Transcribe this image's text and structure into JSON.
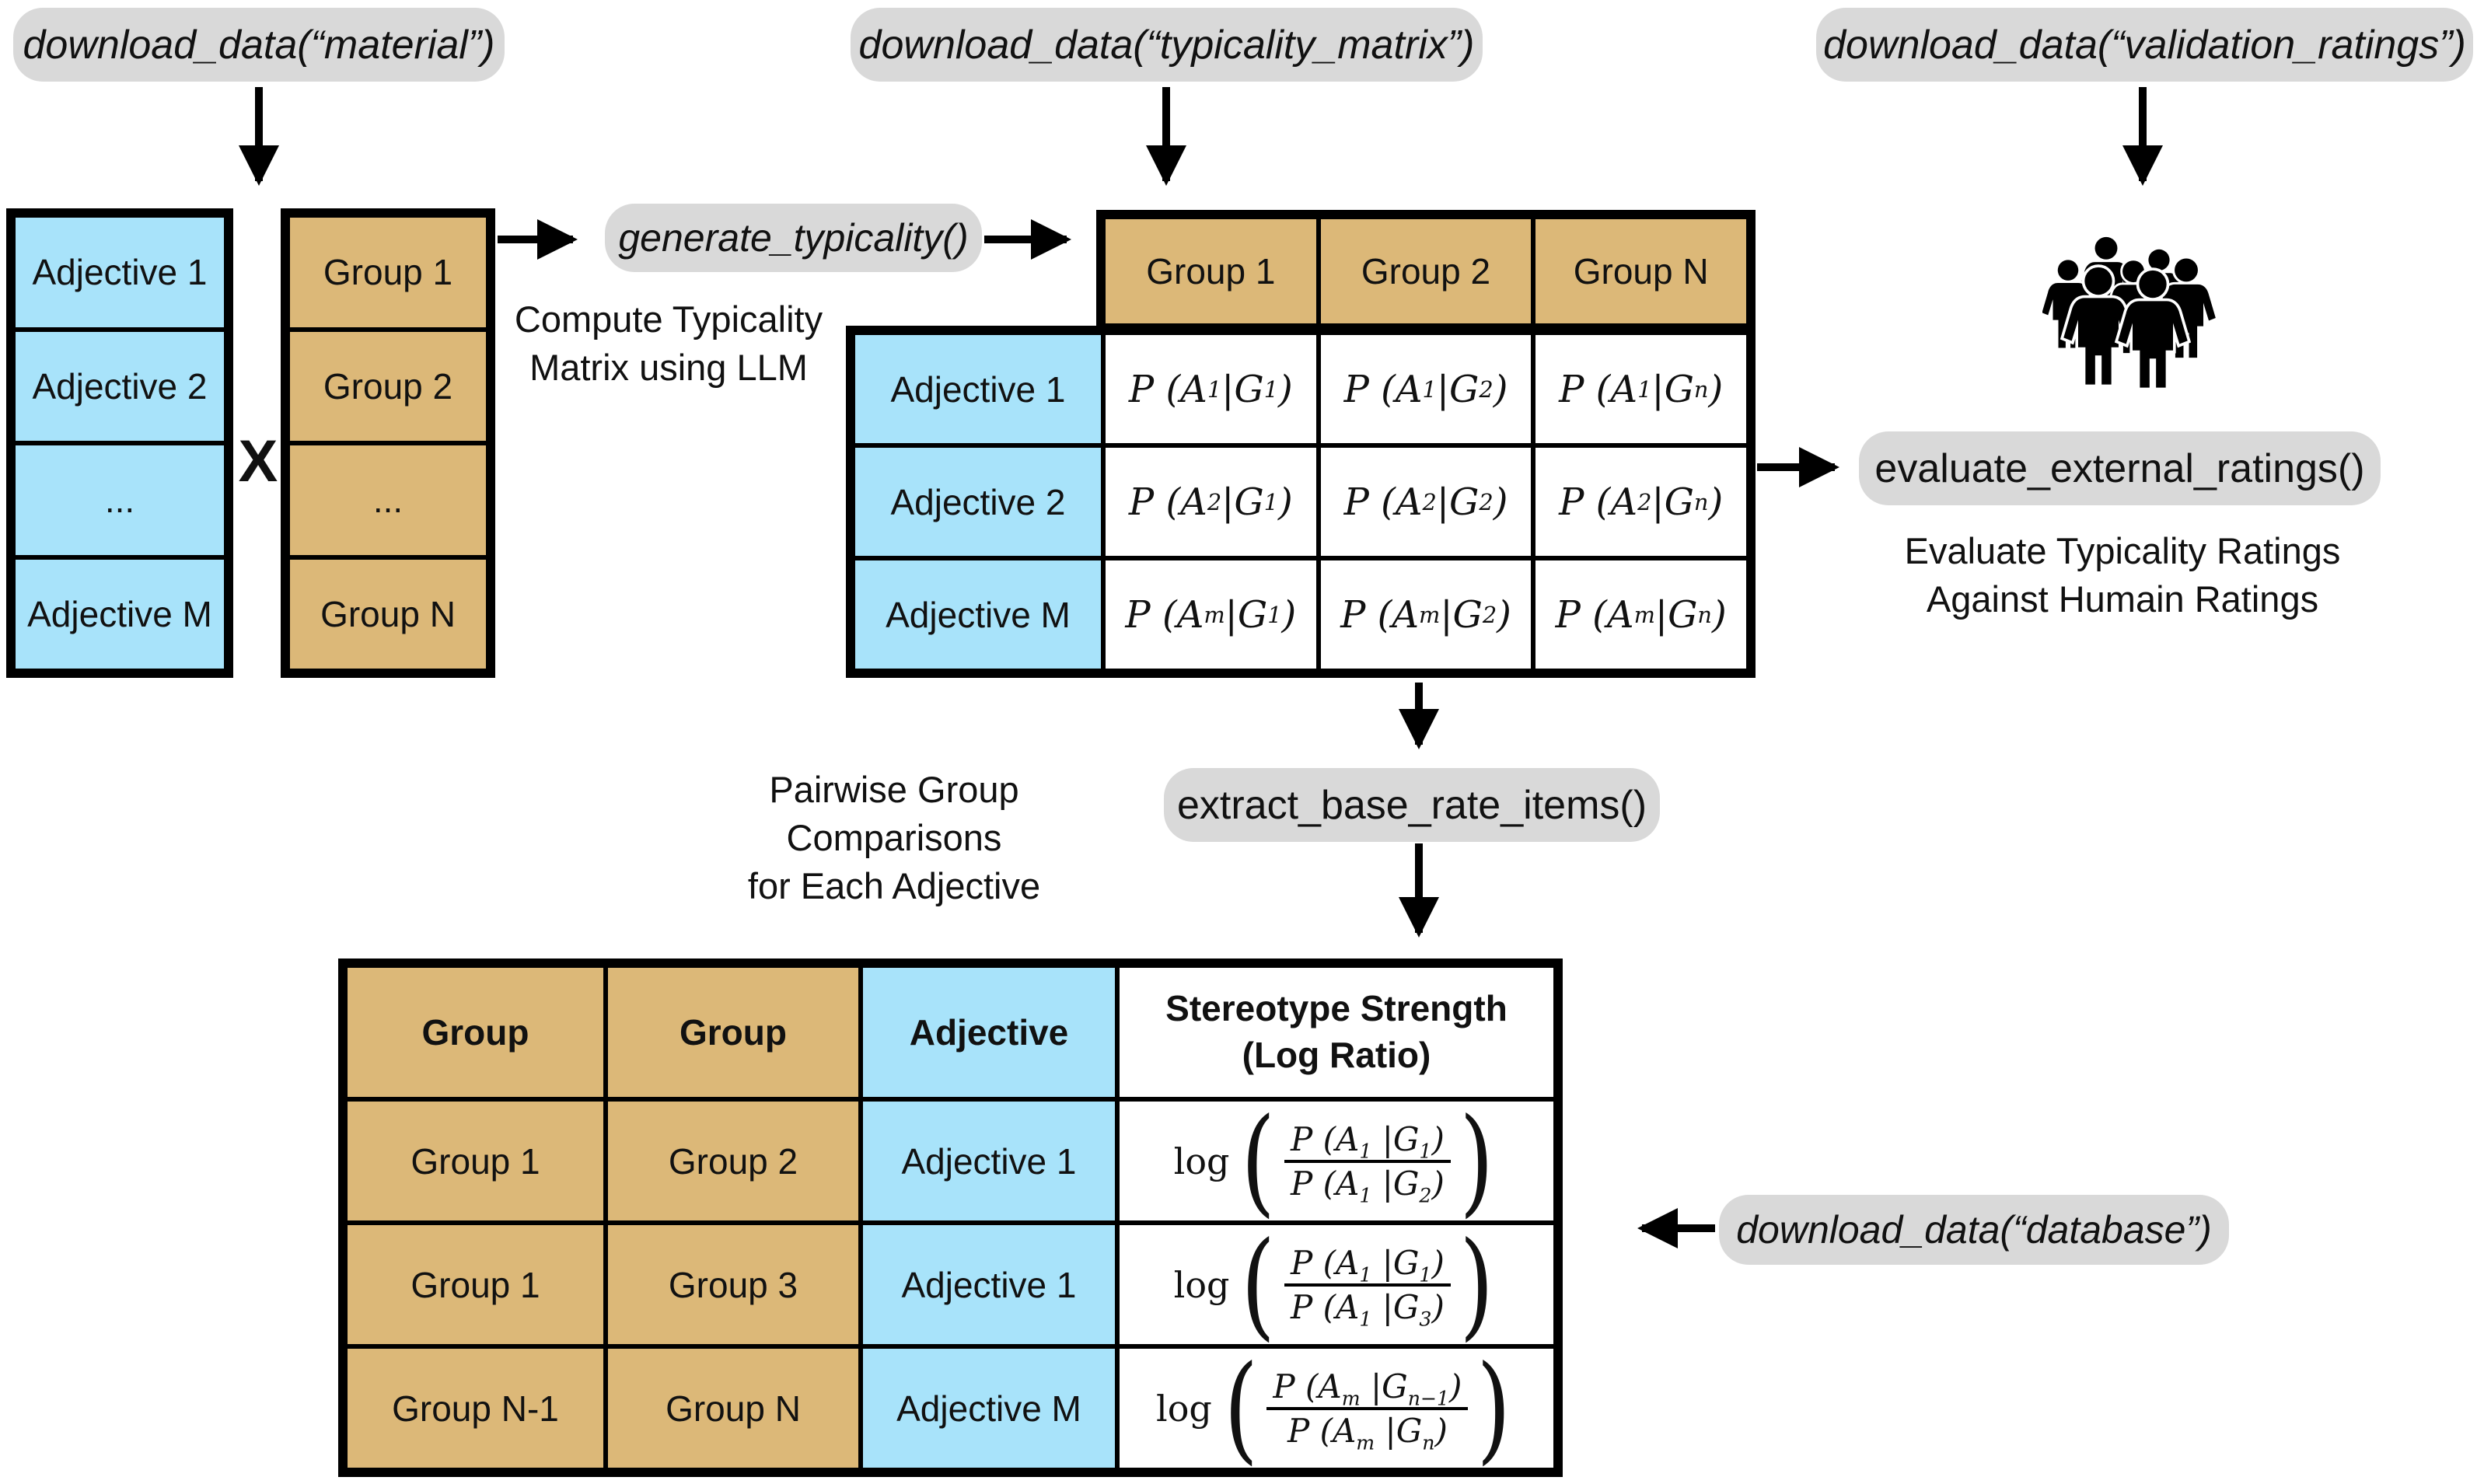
{
  "pills": {
    "material": "download_data(“material”)",
    "typicality_matrix": "download_data(“typicality_matrix”)",
    "validation_ratings": "download_data(“validation_ratings”)",
    "generate_typicality": "generate_typicality()",
    "evaluate_external_ratings": "evaluate_external_ratings()",
    "extract_base_rate_items": "extract_base_rate_items()",
    "database": "download_data(“database”)"
  },
  "annotations": {
    "compute_typicality_line1": "Compute Typicality",
    "compute_typicality_line2": "Matrix using LLM",
    "evaluate_line1": "Evaluate Typicality Ratings",
    "evaluate_line2": "Against Humain Ratings",
    "pairwise_line1": "Pairwise Group Comparisons",
    "pairwise_line2": "for Each Adjective",
    "multiply_symbol": "X"
  },
  "adjective_list": {
    "rows": [
      "Adjective 1",
      "Adjective 2",
      "...",
      "Adjective M"
    ]
  },
  "group_list": {
    "rows": [
      "Group 1",
      "Group 2",
      "...",
      "Group N"
    ]
  },
  "typicality_matrix": {
    "col_headers": [
      "Group 1",
      "Group 2",
      "Group N"
    ],
    "row_headers": [
      "Adjective 1",
      "Adjective 2",
      "Adjective M"
    ],
    "cells": [
      [
        "P (A<sub>1</sub> |G<sub>1</sub>)",
        "P (A<sub>1</sub> |G<sub>2</sub>)",
        "P (A<sub>1</sub> |G<sub>n</sub>)"
      ],
      [
        "P (A<sub>2</sub> |G<sub>1</sub>)",
        "P (A<sub>2</sub> |G<sub>2</sub>)",
        "P (A<sub>2</sub> |G<sub>n</sub>)"
      ],
      [
        "P (A<sub>m</sub> |G<sub>1</sub>)",
        "P (A<sub>m</sub> |G<sub>2</sub>)",
        "P (A<sub>m</sub> |G<sub>n</sub>)"
      ]
    ]
  },
  "base_rate_table": {
    "header_group_a": "Group",
    "header_group_b": "Group",
    "header_adjective": "Adjective",
    "header_strength_line1": "Stereotype Strength",
    "header_strength_line2": "(Log Ratio)",
    "log_label": "log",
    "paren_open": "(",
    "paren_close": ")",
    "rows": [
      {
        "group_a": "Group 1",
        "group_b": "Group 2",
        "adjective": "Adjective 1",
        "log_num": "P (A<sub>1</sub> |G<sub>1</sub>)",
        "log_den": "P (A<sub>1</sub> |G<sub>2</sub>)"
      },
      {
        "group_a": "Group 1",
        "group_b": "Group 3",
        "adjective": "Adjective 1",
        "log_num": "P (A<sub>1</sub> |G<sub>1</sub>)",
        "log_den": "P (A<sub>1</sub> |G<sub>3</sub>)"
      },
      {
        "group_a": "Group N-1",
        "group_b": "Group N",
        "adjective": "Adjective M",
        "log_num": "P (A<sub>m</sub> |G<sub>n−1</sub>)",
        "log_den": "P (A<sub>m</sub> |G<sub>n</sub>)"
      }
    ]
  },
  "icons": {
    "crowd": "crowd-of-people-icon"
  },
  "colors": {
    "blue": "#A8E3FA",
    "tan": "#DCB878",
    "pill_gray": "#D9D9D9",
    "border": "#000000"
  }
}
